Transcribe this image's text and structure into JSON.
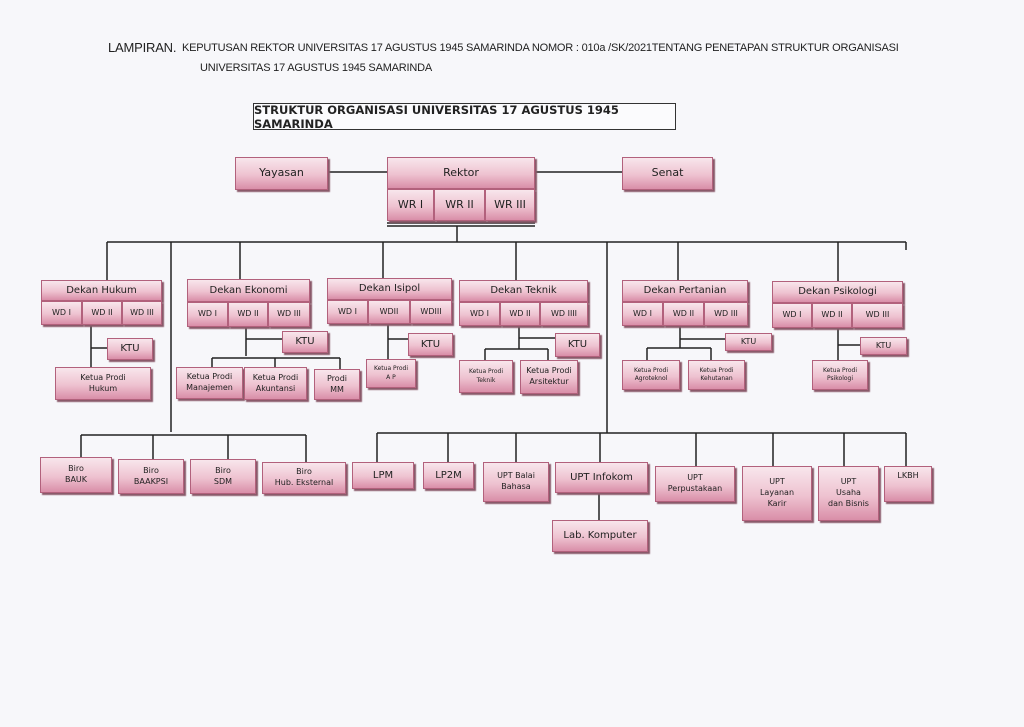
{
  "header": {
    "lampiran": "LAMPIRAN.",
    "line1": "KEPUTUSAN REKTOR UNIVERSITAS 17 AGUSTUS 1945 SAMARINDA NOMOR :   010a /SK/2021TENTANG PENETAPAN STRUKTUR ORGANISASI",
    "line2": "UNIVERSITAS 17 AGUSTUS 1945 SAMARINDA"
  },
  "title": "STRUKTUR ORGANISASI UNIVERSITAS 17 AGUSTUS 1945 SAMARINDA",
  "top": {
    "yayasan": "Yayasan",
    "rektor": "Rektor",
    "senat": "Senat",
    "wr": [
      "WR I",
      "WR II",
      "WR III"
    ]
  },
  "faculties": [
    {
      "dekan": "Dekan Hukum",
      "wd": [
        "WD I",
        "WD II",
        "WD III"
      ],
      "ktu": "KTU",
      "prodi": [
        "Ketua Prodi\nHukum"
      ]
    },
    {
      "dekan": "Dekan Ekonomi",
      "wd": [
        "WD I",
        "WD II",
        "WD III"
      ],
      "ktu": "KTU",
      "prodi": [
        "Ketua Prodi\nManajemen",
        "Ketua Prodi\nAkuntansi",
        "Prodi\nMM"
      ]
    },
    {
      "dekan": "Dekan Isipol",
      "wd": [
        "WD I",
        "WDII",
        "WDIII"
      ],
      "ktu": "KTU",
      "prodi": [
        "Ketua Prodi\nA P"
      ]
    },
    {
      "dekan": "Dekan Teknik",
      "wd": [
        "WD I",
        "WD II",
        "WD  IIII"
      ],
      "ktu": "KTU",
      "prodi": [
        "Ketua Prodi\nTeknik",
        "Ketua Prodi\nArsitektur"
      ]
    },
    {
      "dekan": "Dekan Pertanian",
      "wd": [
        "WD I",
        "WD II",
        "WD III"
      ],
      "ktu": "KTU",
      "prodi": [
        "Ketua Prodi\nAgroteknol",
        "Ketua Prodi\nKehutanan"
      ]
    },
    {
      "dekan": "Dekan Psikologi",
      "wd": [
        "WD I",
        "WD II",
        "WD III"
      ],
      "ktu": "KTU",
      "prodi": [
        "Ketua Prodi\nPsikologi"
      ]
    }
  ],
  "biro": [
    "Biro\nBAUK",
    "Biro\nBAAKPSI",
    "Biro\nSDM",
    "Biro\nHub. Eksternal"
  ],
  "units": [
    "LPM",
    "LP2M",
    "UPT Balai\nBahasa",
    "UPT Infokom",
    "UPT\nPerpustakaan",
    "UPT\nLayanan\nKarir",
    "UPT\nUsaha\ndan Bisnis",
    "LKBH"
  ],
  "lab": "Lab. Komputer"
}
